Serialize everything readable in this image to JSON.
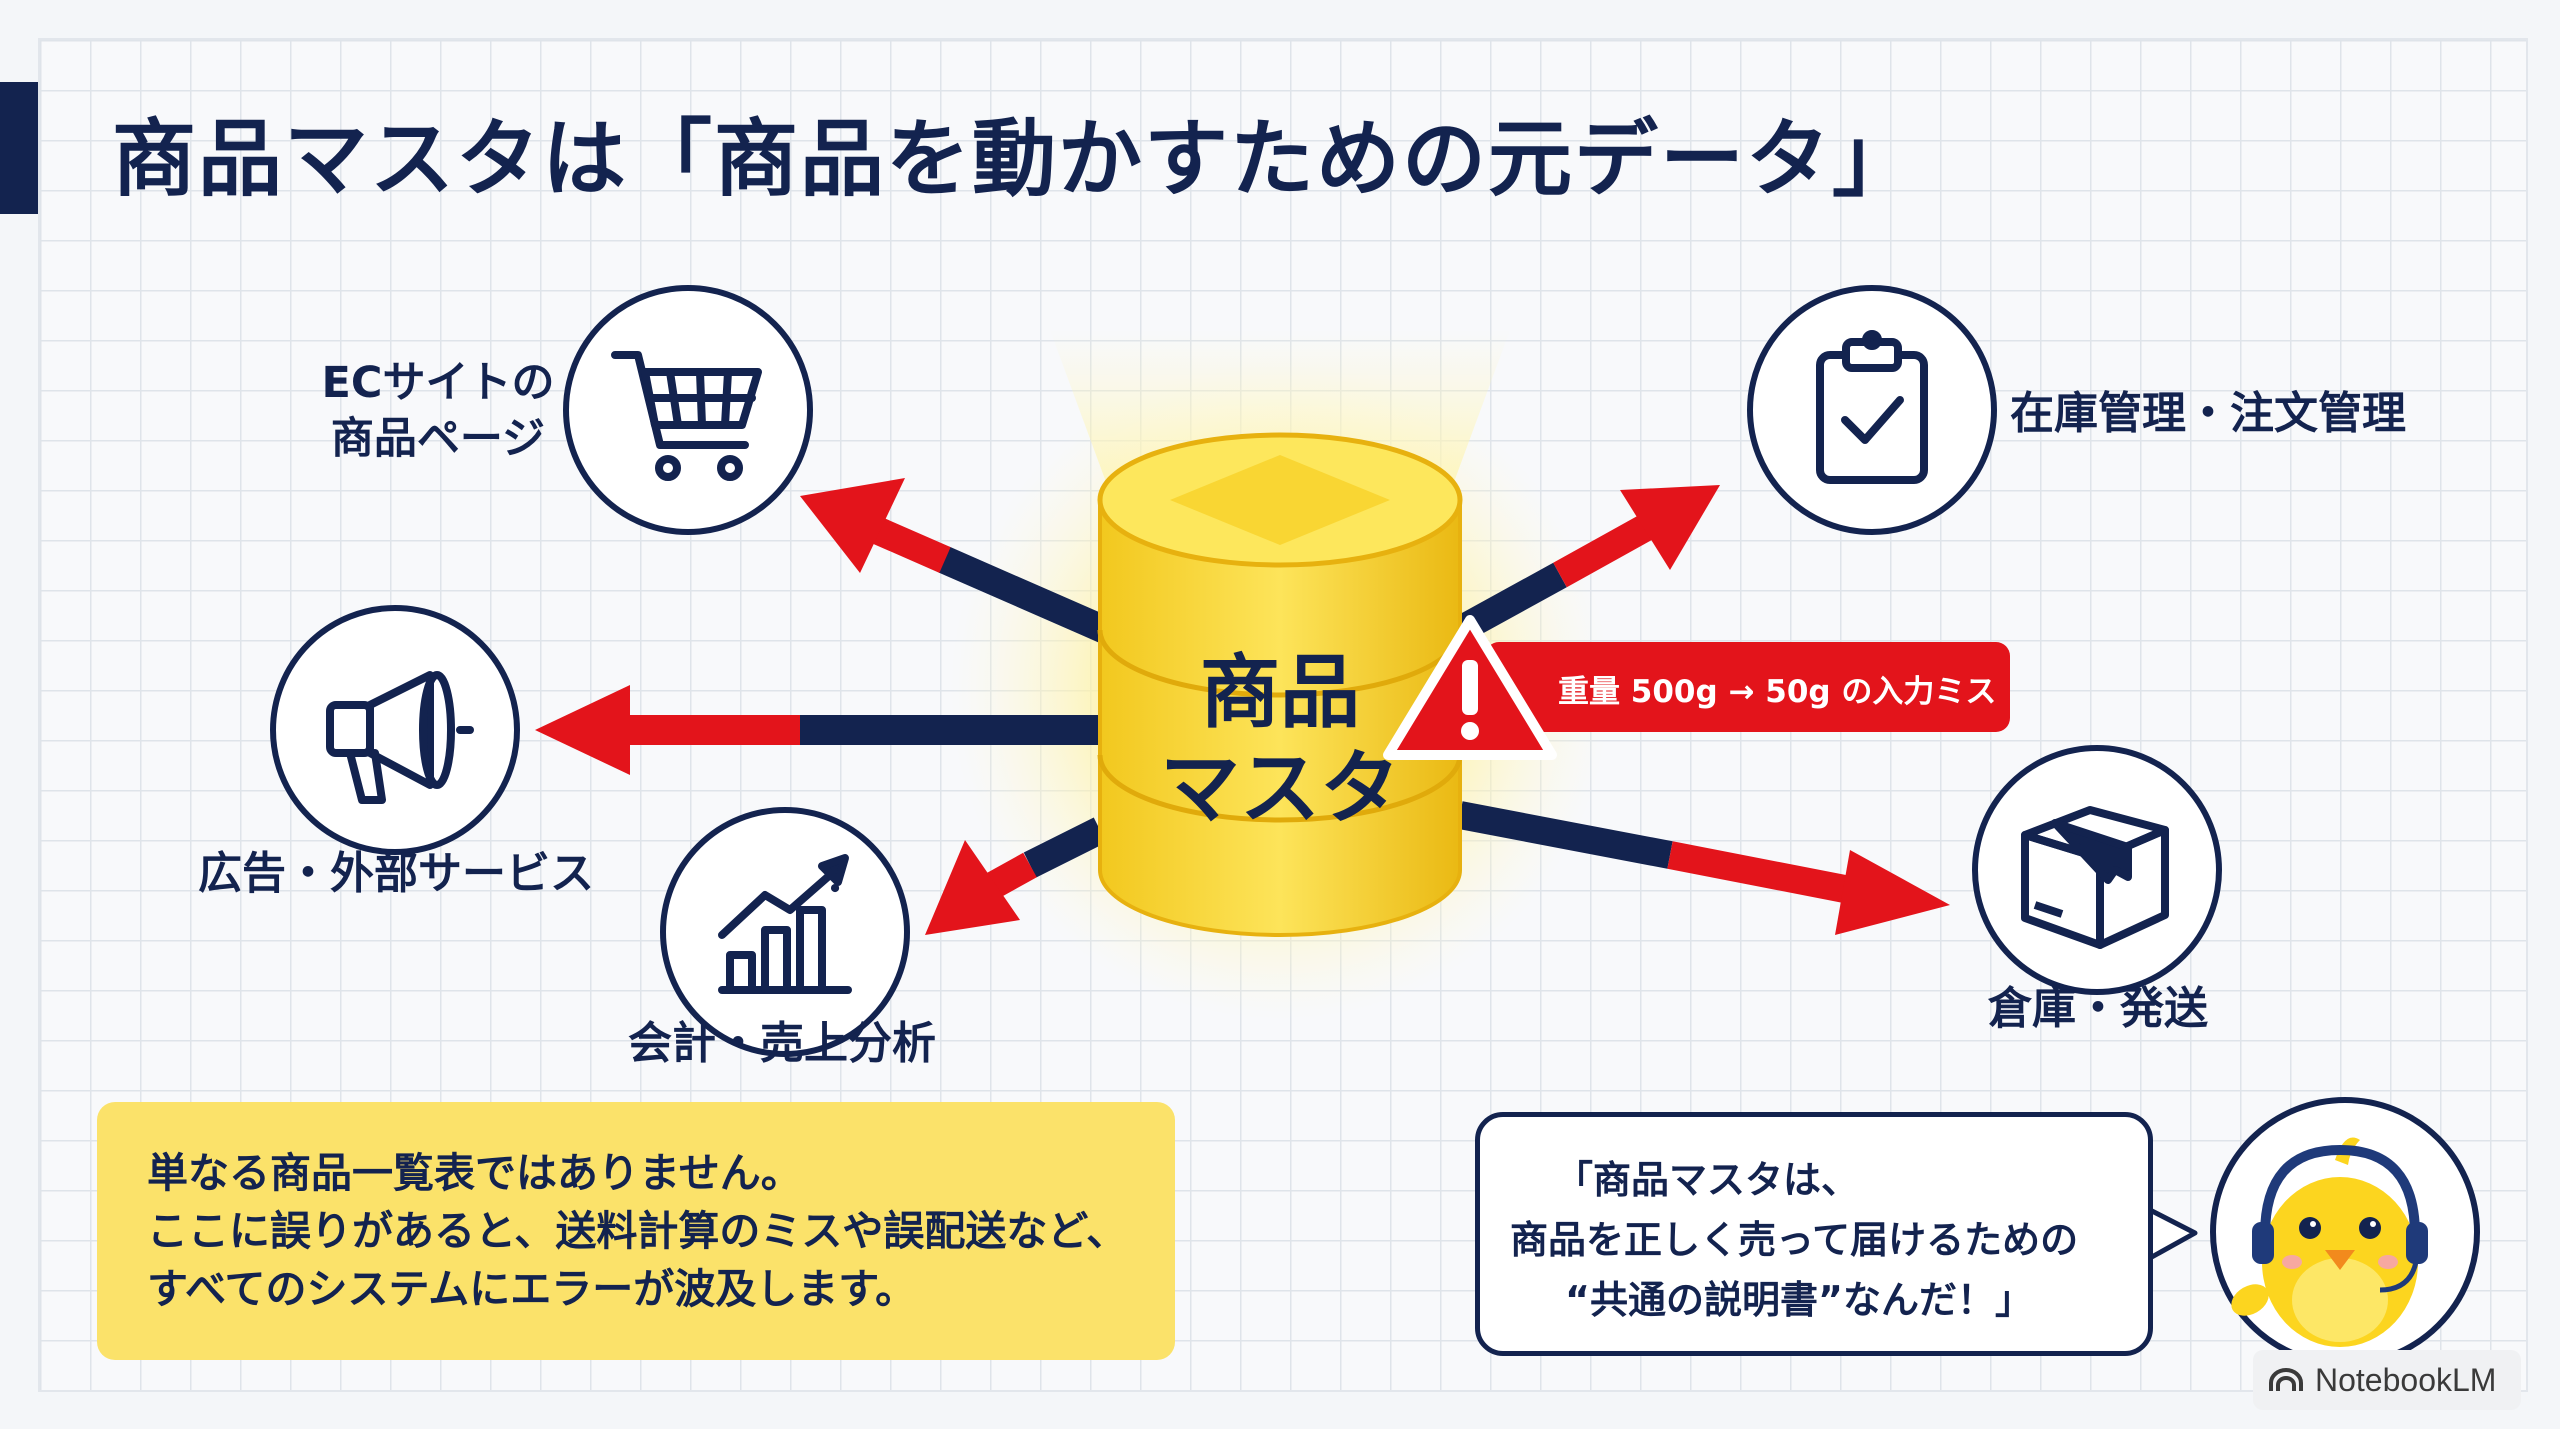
{
  "title": "商品マスタは「商品を動かすための元データ」",
  "center": {
    "line1": "商品",
    "line2": "マスタ"
  },
  "nodes": {
    "ec": {
      "line1": "ECサイトの",
      "line2": "商品ページ",
      "icon": "shopping-cart-icon"
    },
    "ads": {
      "label": "広告・外部サービス",
      "icon": "megaphone-icon"
    },
    "accounting": {
      "label": "会計・売上分析",
      "icon": "bar-chart-growth-icon"
    },
    "inventory": {
      "label": "在庫管理・注文管理",
      "icon": "clipboard-check-icon"
    },
    "warehouse": {
      "label": "倉庫・発送",
      "icon": "package-box-icon"
    }
  },
  "error": {
    "text": "重量 500g → 50g の入力ミス",
    "icon": "warning-triangle-icon"
  },
  "note": {
    "line1": "単なる商品一覧表ではありません。",
    "line2": "ここに誤りがあると、送料計算のミスや誤配送など、",
    "line3": "すべてのシステムにエラーが波及します。"
  },
  "bubble": {
    "line1": "「商品マスタは、",
    "line2": "商品を正しく売って届けるための",
    "line3": "“共通の説明書”なんだ！」"
  },
  "badge": {
    "label": "NotebookLM"
  },
  "colors": {
    "navy": "#13234f",
    "red": "#e3141b",
    "gold": "#f5cf2a",
    "note_yellow": "#fbe26a"
  }
}
